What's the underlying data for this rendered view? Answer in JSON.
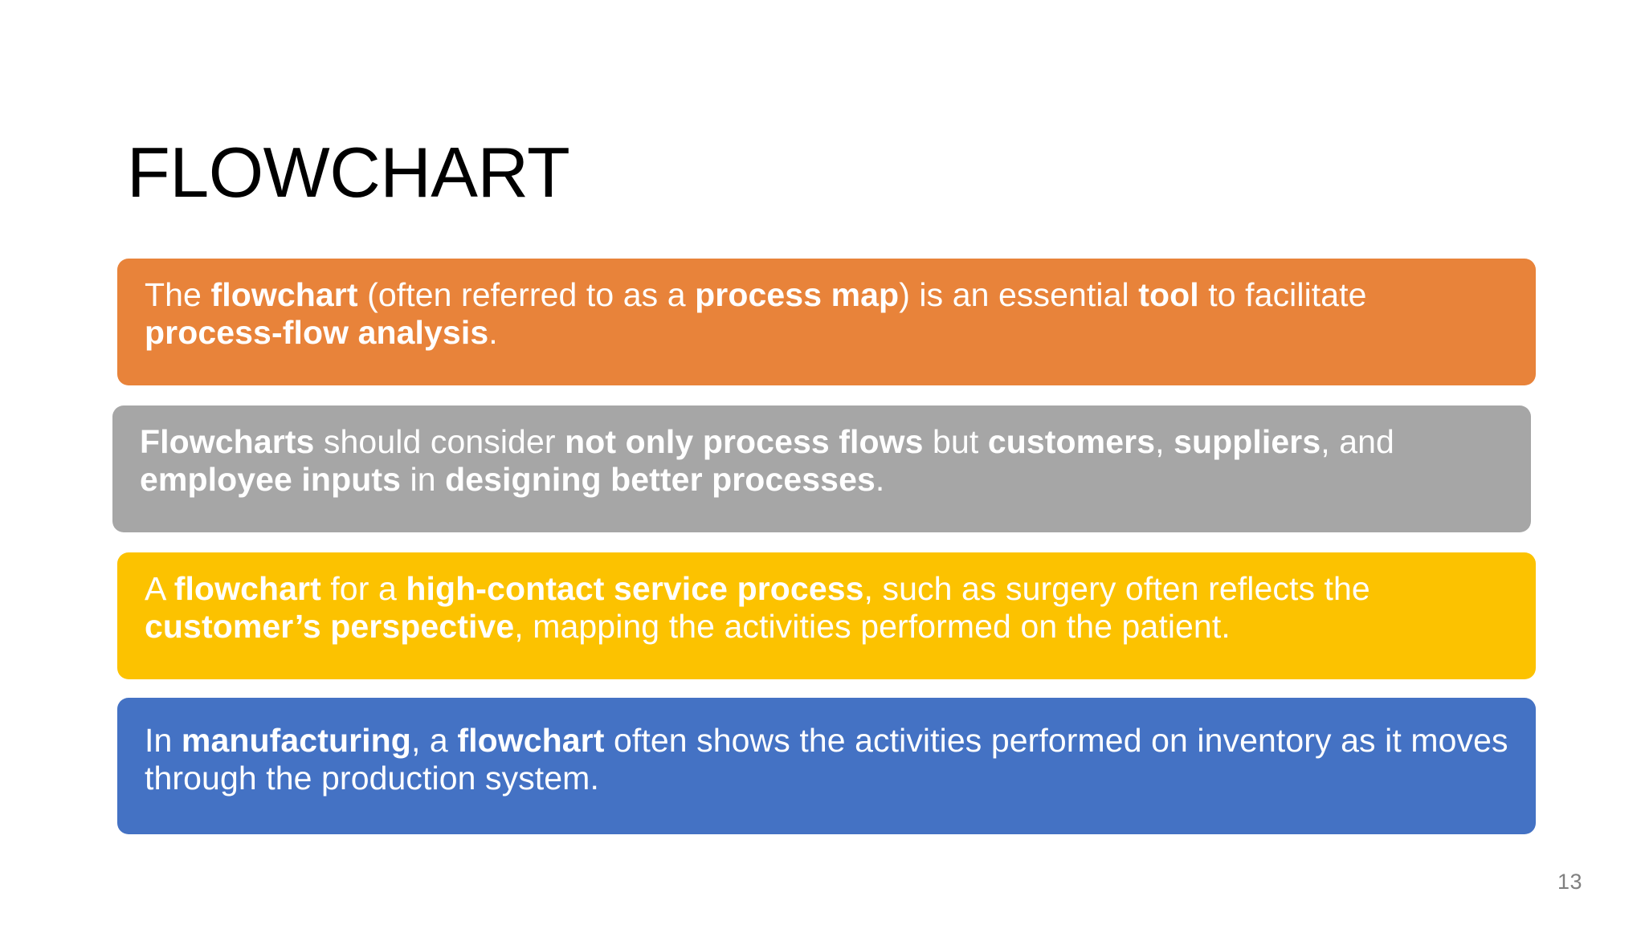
{
  "slide": {
    "title": "FLOWCHART",
    "page_number": "13",
    "background_color": "#FFFFFF",
    "title_color": "#000000",
    "page_number_color": "#808080"
  },
  "banners": [
    {
      "id": "banner-flowchart-definition",
      "color": "#E8833A",
      "color_name": "orange",
      "text_color": "#FFFFFF",
      "plain_text": "The flowchart (often referred to as a process map) is an essential tool to facilitate process-flow analysis.",
      "runs": [
        {
          "text": "The ",
          "bold": false
        },
        {
          "text": "flowchart",
          "bold": true
        },
        {
          "text": " (often referred to as a ",
          "bold": false
        },
        {
          "text": "process map",
          "bold": true
        },
        {
          "text": ") is an essential ",
          "bold": false
        },
        {
          "text": "tool",
          "bold": true
        },
        {
          "text": " to facilitate ",
          "bold": false
        },
        {
          "text": "process-flow analysis",
          "bold": true
        },
        {
          "text": ".",
          "bold": false
        }
      ]
    },
    {
      "id": "banner-flowchart-considerations",
      "color": "#A6A6A6",
      "color_name": "gray",
      "text_color": "#FFFFFF",
      "plain_text": "Flowcharts should consider not only process flows but customers, suppliers, and employee inputs in designing better processes.",
      "runs": [
        {
          "text": "Flowcharts",
          "bold": true
        },
        {
          "text": " should consider ",
          "bold": false
        },
        {
          "text": "not only process flows",
          "bold": true
        },
        {
          "text": " but ",
          "bold": false
        },
        {
          "text": "customers",
          "bold": true
        },
        {
          "text": ", ",
          "bold": false
        },
        {
          "text": "suppliers",
          "bold": true
        },
        {
          "text": ", and ",
          "bold": false
        },
        {
          "text": "employee inputs",
          "bold": true
        },
        {
          "text": " in ",
          "bold": false
        },
        {
          "text": "designing better processes",
          "bold": true
        },
        {
          "text": ".",
          "bold": false
        }
      ]
    },
    {
      "id": "banner-high-contact-service",
      "color": "#FCC200",
      "color_name": "yellow",
      "text_color": "#FFFFFF",
      "plain_text": "A flowchart for a high-contact service process, such as surgery often reflects the customer’s perspective, mapping the activities performed on the patient.",
      "runs": [
        {
          "text": "A ",
          "bold": false
        },
        {
          "text": "flowchart",
          "bold": true
        },
        {
          "text": " for a ",
          "bold": false
        },
        {
          "text": "high-contact service process",
          "bold": true
        },
        {
          "text": ", such as surgery often reflects the ",
          "bold": false
        },
        {
          "text": "customer’s perspective",
          "bold": true
        },
        {
          "text": ", mapping the activities performed on the patient.",
          "bold": false
        }
      ]
    },
    {
      "id": "banner-manufacturing",
      "color": "#4472C4",
      "color_name": "blue",
      "text_color": "#FFFFFF",
      "plain_text": "In manufacturing, a flowchart often shows the activities performed on inventory as it moves through the production system.",
      "runs": [
        {
          "text": "In ",
          "bold": false
        },
        {
          "text": "manufacturing",
          "bold": true
        },
        {
          "text": ", a ",
          "bold": false
        },
        {
          "text": "flowchart",
          "bold": true
        },
        {
          "text": " often shows the activities performed on inventory as it moves through the production system.",
          "bold": false
        }
      ]
    }
  ]
}
